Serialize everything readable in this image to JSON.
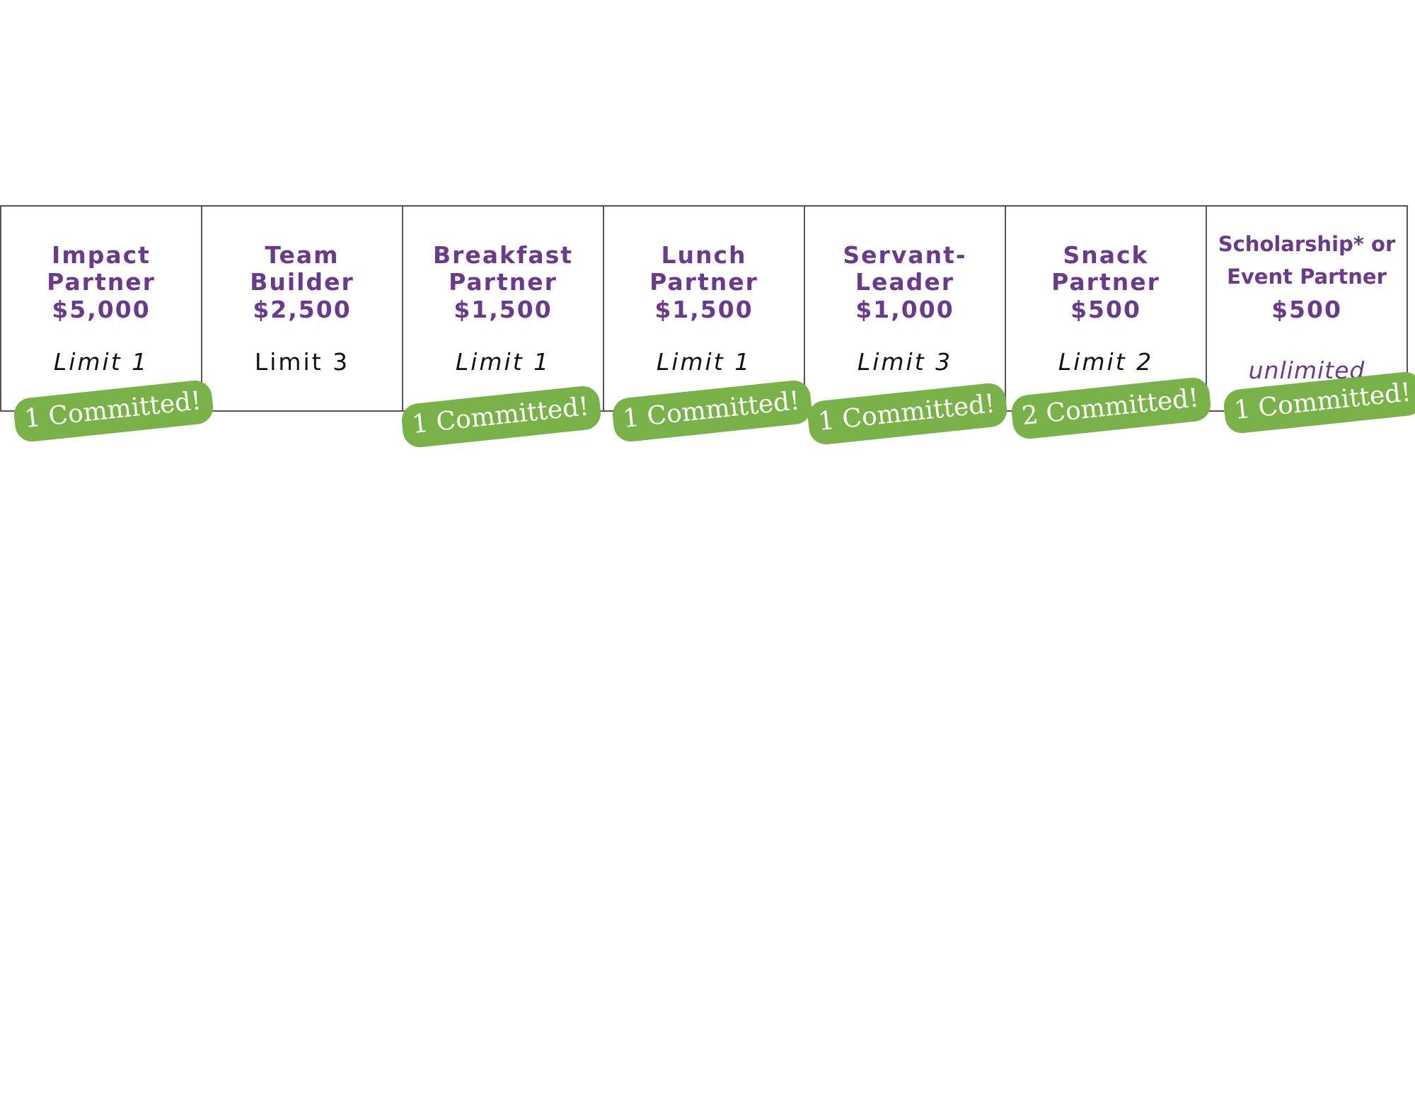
{
  "tiers": [
    {
      "name": "Impact\nPartner",
      "price": "$5,000",
      "limit": "Limit 1"
    },
    {
      "name": "Team\nBuilder",
      "price": "$2,500",
      "limit": "Limit 3"
    },
    {
      "name": "Breakfast\nPartner",
      "price": "$1,500",
      "limit": "Limit 1"
    },
    {
      "name": "Lunch\nPartner",
      "price": "$1,500",
      "limit": "Limit 1"
    },
    {
      "name": "Servant-\nLeader",
      "price": "$1,000",
      "limit": "Limit 3"
    },
    {
      "name": "Snack\nPartner",
      "price": "$500",
      "limit": "Limit 2"
    },
    {
      "name": "Scholarship* or\nEvent Partner",
      "price": "$500",
      "limit": "unlimited"
    }
  ],
  "badges": [
    {
      "tier": "Impact Partner",
      "text": "1 Committed!"
    },
    {
      "tier": "Breakfast Partner",
      "text": "1 Committed!"
    },
    {
      "tier": "Lunch Partner",
      "text": "1 Committed!"
    },
    {
      "tier": "Servant-Leader",
      "text": "1 Committed!"
    },
    {
      "tier": "Snack Partner",
      "text": "2 Committed!"
    },
    {
      "tier": "Scholarship* or Event Partner",
      "text": "1 Committed!"
    }
  ],
  "colors": {
    "tier_text": "#6a3a8e",
    "badge_background": "#7ab24a",
    "badge_text": "#ffffff",
    "border": "#555555"
  }
}
